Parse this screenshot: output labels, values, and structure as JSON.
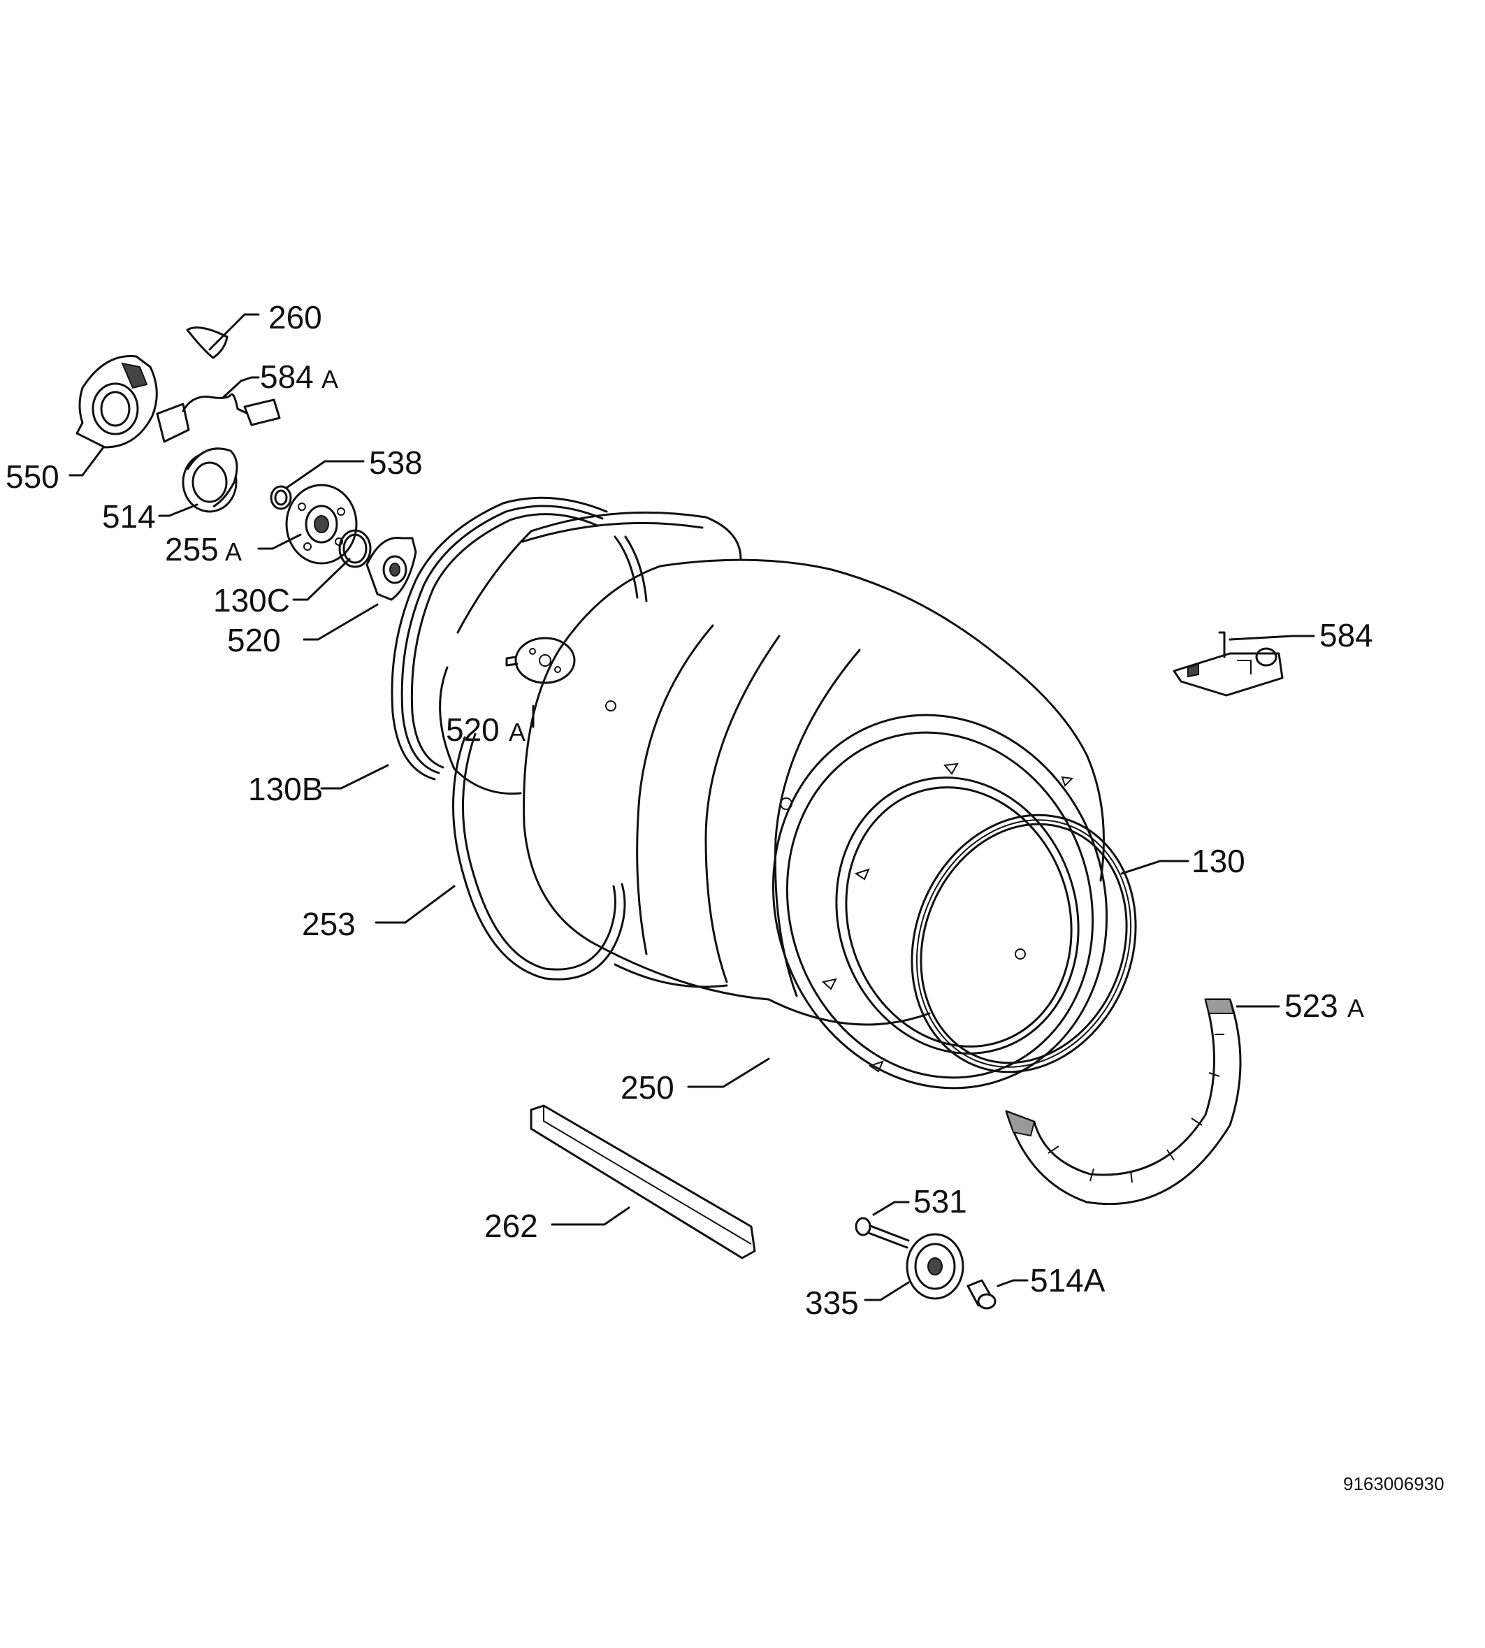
{
  "callouts": {
    "c260": "260",
    "c584a": "584",
    "c584a_suffix": "A",
    "c550": "550",
    "c538": "538",
    "c514": "514",
    "c255a": "255",
    "c255a_suffix": "A",
    "c130c": "130C",
    "c520": "520",
    "c584": "584",
    "c520a": "520",
    "c520a_suffix": "A",
    "c130b": "130B",
    "c130": "130",
    "c253": "253",
    "c523a": "523",
    "c523a_suffix": "A",
    "c250": "250",
    "c531": "531",
    "c262": "262",
    "c514a": "514A",
    "c335": "335"
  },
  "drawing_number": "9163006930"
}
